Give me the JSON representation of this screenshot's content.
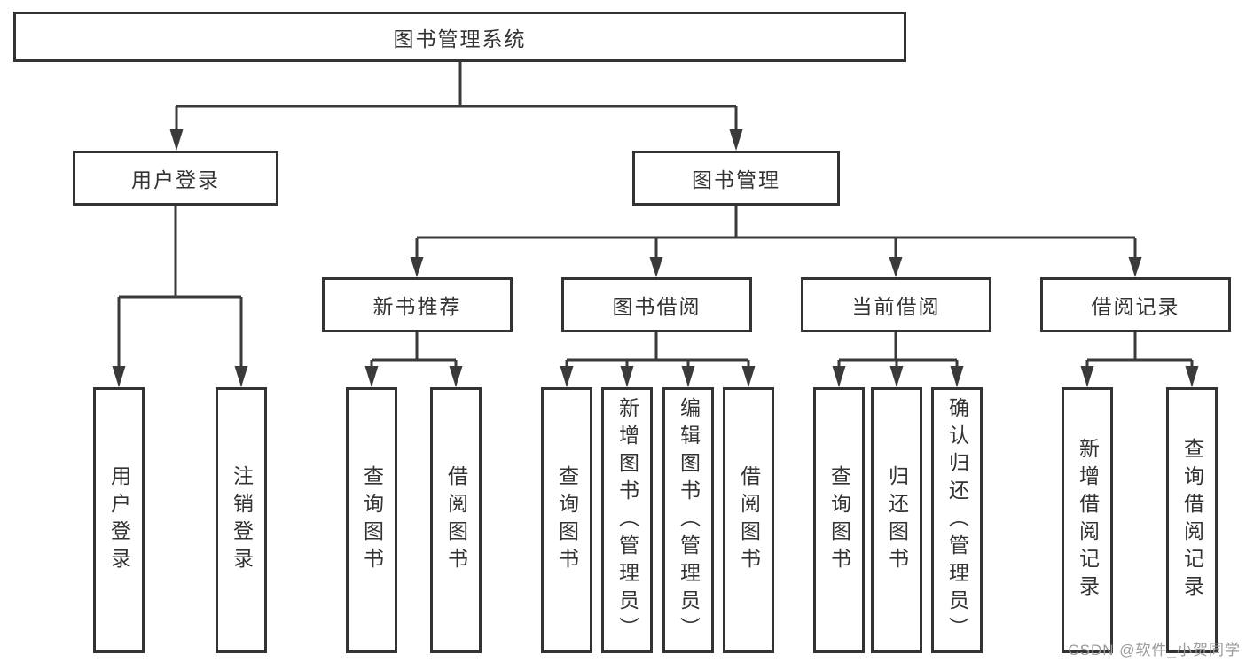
{
  "diagram": {
    "type": "hierarchy-tree",
    "tree": {
      "root": {
        "label": "图书管理系统"
      },
      "branches": [
        {
          "label": "用户登录",
          "children": [
            {
              "label": "用户登录"
            },
            {
              "label": "注销登录"
            }
          ]
        },
        {
          "label": "图书管理",
          "children": [
            {
              "label": "新书推荐",
              "children": [
                {
                  "label": "查询图书"
                },
                {
                  "label": "借阅图书"
                }
              ]
            },
            {
              "label": "图书借阅",
              "children": [
                {
                  "label": "查询图书"
                },
                {
                  "label": "新增图书（管理员）"
                },
                {
                  "label": "编辑图书（管理员）"
                },
                {
                  "label": "借阅图书"
                }
              ]
            },
            {
              "label": "当前借阅",
              "children": [
                {
                  "label": "查询图书"
                },
                {
                  "label": "归还图书"
                },
                {
                  "label": "确认归还（管理员）"
                }
              ]
            },
            {
              "label": "借阅记录",
              "children": [
                {
                  "label": "新增借阅记录"
                },
                {
                  "label": "查询借阅记录"
                }
              ]
            }
          ]
        }
      ]
    },
    "colors": {
      "line": "#3a3a3a",
      "box_border": "#333333",
      "box_fill": "#ffffff",
      "text": "#333333",
      "watermark": "#9b9b9b",
      "background": "#ffffff"
    },
    "watermark": {
      "text": "CSDN @软件_小贺同学"
    }
  }
}
